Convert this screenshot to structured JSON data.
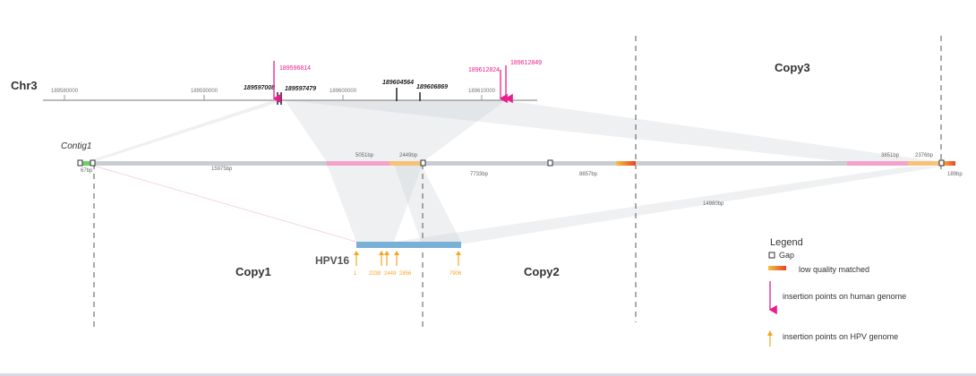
{
  "labels": {
    "chr": "Chr3",
    "contig": "Contig1",
    "hpv": "HPV16",
    "copy1": "Copy1",
    "copy2": "Copy2",
    "copy3": "Copy3"
  },
  "chr_ticks": [
    "189580000",
    "189590000",
    "189600000",
    "189610000"
  ],
  "chr_positions_black": [
    "189597008",
    "189597479",
    "189604564",
    "189606869"
  ],
  "chr_positions_pink": [
    "189596814",
    "189612824",
    "189612849"
  ],
  "contig_lengths": {
    "left_start": "67bp",
    "seg1": "15975bp",
    "pink1": "5051bp",
    "orange1": "2449bp",
    "seg2": "7733bp",
    "seg3": "8857bp",
    "pink2": "3851bp",
    "orange2": "2376bp",
    "right_end": "189bp",
    "hpv_to_copy3": "14980bp"
  },
  "hpv_positions": [
    "1",
    "2238",
    "2449",
    "2856",
    "7906"
  ],
  "legend": {
    "title": "Legend",
    "gap": "Gap",
    "low_quality": "low quality matched",
    "human_insert": "insertion points on human genome",
    "hpv_insert": "insertion points on HPV genome"
  },
  "colors": {
    "pink": "#e91e8c",
    "orange": "#f5a623",
    "contig_gray": "#c9cdd1",
    "hpv_blue": "#79b1d6",
    "gradient_start": "#f7c23a",
    "gradient_end": "#e8432a"
  }
}
